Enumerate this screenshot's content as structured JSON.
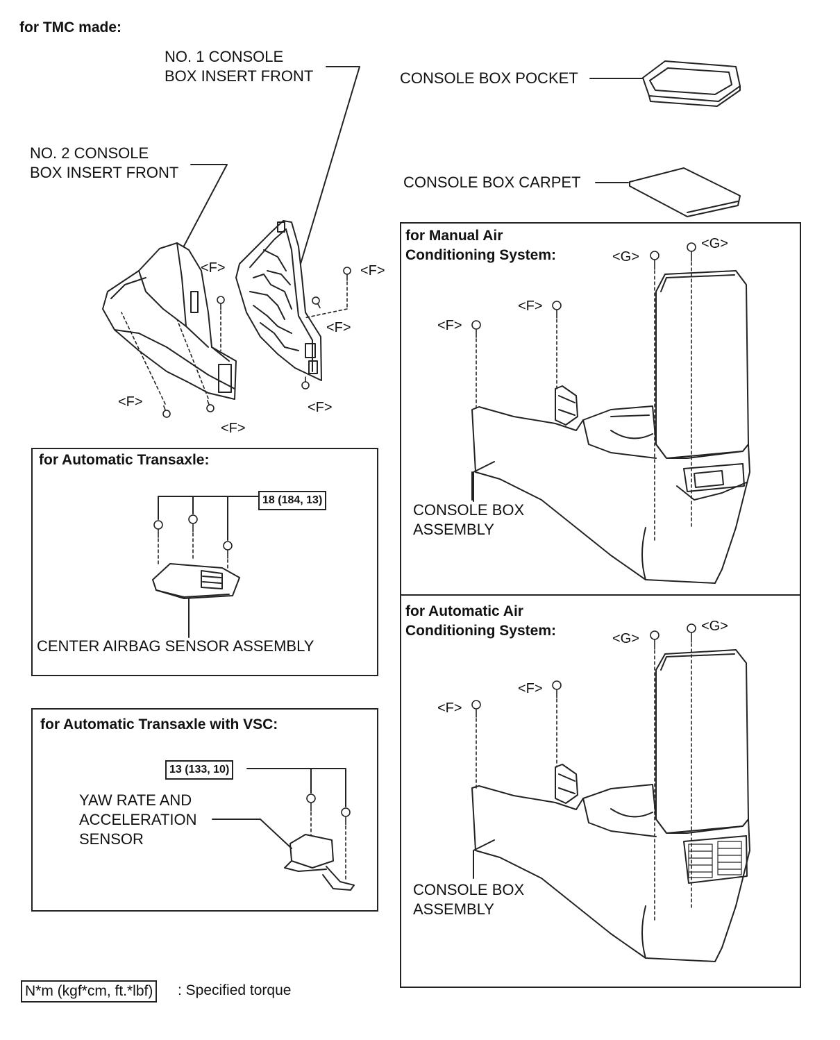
{
  "header": {
    "title": "for TMC made:"
  },
  "parts": {
    "no1_insert": "NO. 1 CONSOLE\nBOX INSERT FRONT",
    "no2_insert": "NO. 2 CONSOLE\nBOX INSERT FRONT",
    "pocket": "CONSOLE BOX POCKET",
    "carpet": "CONSOLE BOX CARPET"
  },
  "fastener_f": "<F>",
  "fastener_g": "<G>",
  "panels": {
    "auto_transaxle": {
      "title": "for Automatic Transaxle:",
      "torque": "18 (184, 13)",
      "part": "CENTER AIRBAG SENSOR ASSEMBLY"
    },
    "vsc": {
      "title": "for Automatic Transaxle with VSC:",
      "torque": "13 (133, 10)",
      "part": "YAW RATE AND\nACCELERATION\nSENSOR"
    },
    "manual_ac": {
      "title": "for Manual Air\nConditioning System:",
      "part": "CONSOLE BOX\nASSEMBLY"
    },
    "auto_ac": {
      "title": "for Automatic Air\nConditioning System:",
      "part": "CONSOLE BOX\nASSEMBLY"
    }
  },
  "legend": {
    "unit": "N*m (kgf*cm, ft.*lbf)",
    "desc": ": Specified torque"
  }
}
